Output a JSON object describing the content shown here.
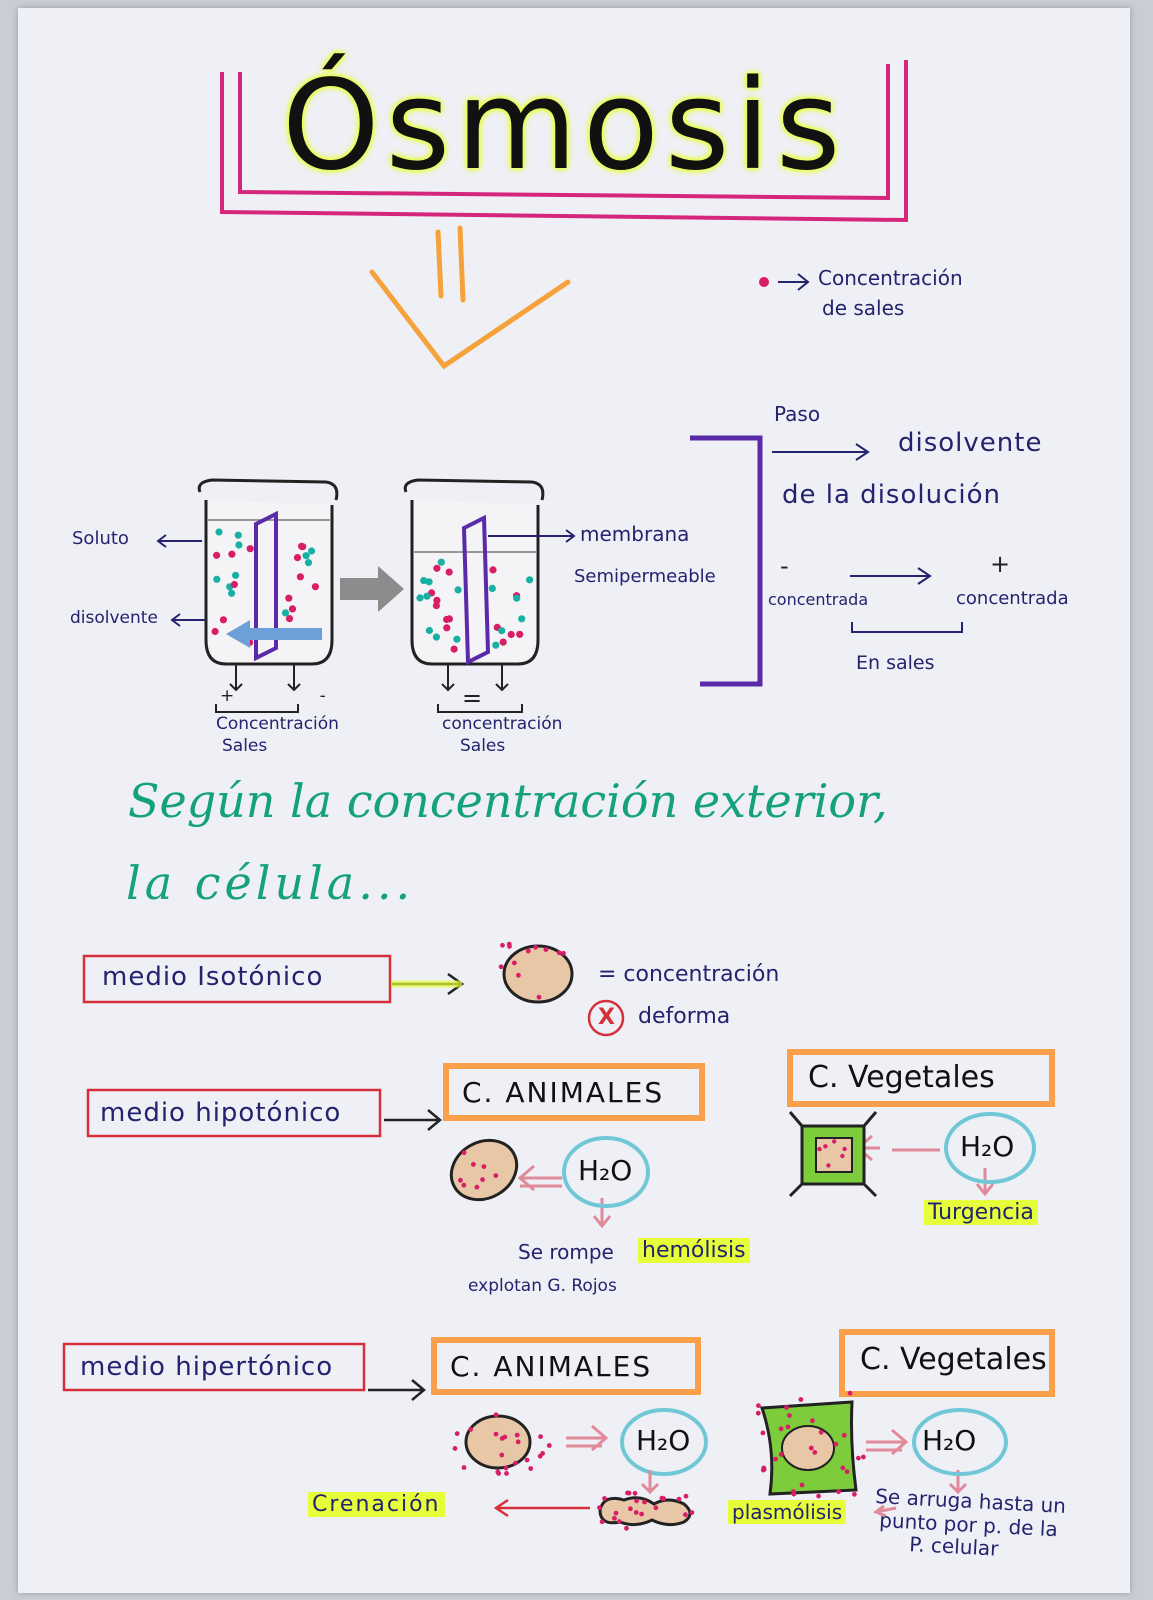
{
  "title": "Ósmosis",
  "legend_note": {
    "line1": "Concentración",
    "line2": "de sales"
  },
  "beaker_labels": {
    "soluto": "Soluto",
    "disolvente": "disolvente",
    "left_signs": "+ -",
    "left_caption_1": "Concentración",
    "left_caption_2": "Sales",
    "equal_sign": "=",
    "right_caption_1": "concentración",
    "right_caption_2": "Sales",
    "membrana_1": "membrana",
    "membrana_2": "Semipermeable"
  },
  "paso": {
    "paso": "Paso",
    "disolvente": "disolvente",
    "de_la_disolucion": "de la disolución",
    "minus": "-",
    "plus": "+",
    "concentrada_left": "concentrada",
    "concentrada_right": "concentrada",
    "en_sales": "En sales"
  },
  "heading": {
    "line1": "Según la concentración exterior,",
    "line2": "la célula..."
  },
  "isotonico": {
    "label": "medio Isotónico",
    "line1": "= concentración",
    "x_mark": "X",
    "line2": "deforma"
  },
  "hipotonico": {
    "label": "medio hipotónico",
    "animales": "C. ANIMALES",
    "vegetales": "C. Vegetales",
    "h2o_animal": "H₂O",
    "h2o_vegetal": "H₂O",
    "se_rompe": "Se rompe",
    "hemolisis": "hemólisis",
    "explotan": "explotan G. Rojos",
    "turgencia": "Turgencia"
  },
  "hipertonico": {
    "label": "medio hipertónico",
    "animales": "C. ANIMALES",
    "vegetales": "C. Vegetales",
    "h2o_animal": "H₂O",
    "h2o_vegetal": "H₂O",
    "crenacion": "Crenación",
    "plasmolisis": "plasmólisis",
    "se_arruga_1": "Se arruga hasta un",
    "se_arruga_2": "punto por p. de la",
    "se_arruga_3": "P. celular"
  },
  "colors": {
    "title_frame": "#d4267a",
    "title_glow": "#e9ff3c",
    "arrow_orange": "#f6a23a",
    "ink_blue": "#23236e",
    "heading_green": "#15a07e",
    "box_red": "#d7303a",
    "box_orange": "#fba04a",
    "h2o_circle": "#72c7d6",
    "arrow_pink": "#e08a9a",
    "highlight": "#e6ff3a",
    "dot_pink": "#d81e66",
    "dot_teal": "#19b0a4",
    "membrane": "#5a2aa8",
    "bracket": "#5a2aa8",
    "cell_fill": "#e8c7a7",
    "plant_green": "#7dcc3c"
  }
}
